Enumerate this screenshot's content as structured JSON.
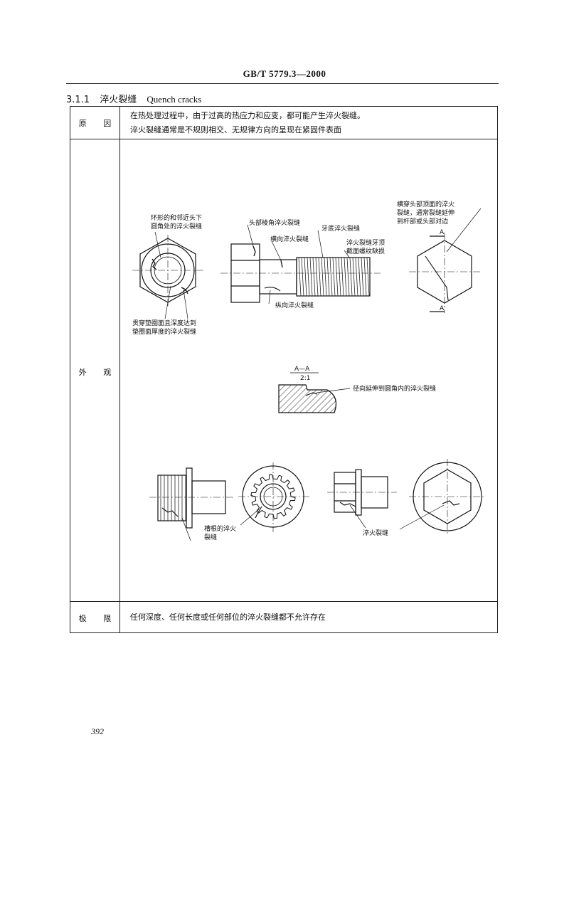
{
  "header": {
    "standard": "GB/T 5779.3—2000"
  },
  "section": {
    "number": "3.1.1",
    "title_zh": "淬火裂缝",
    "title_en": "Quench cracks"
  },
  "table": {
    "rows": [
      {
        "label": "原 因",
        "lines": [
          "在热处理过程中，由于过高的热应力和应变，都可能产生淬火裂缝。",
          "淬火裂缝通常是不规则相交、无规律方向的呈现在紧固件表面"
        ]
      },
      {
        "label": "外 观"
      },
      {
        "label": "极 限",
        "lines": [
          "任何深度、任何长度或任何部位的淬火裂缝都不允许存在"
        ]
      }
    ]
  },
  "figure": {
    "callouts": {
      "ring_line1": "环形的和邻近头下",
      "ring_line2": "圆角处的淬火裂缝",
      "through_line1": "贯穿垫圈面且深度达到",
      "through_line2": "垫圈面厚度的淬火裂缝",
      "head_corner": "头部棱角淬火裂缝",
      "transverse": "横向淬火裂缝",
      "thread_root": "牙底淬火裂缝",
      "thread_top_line1": "淬火裂缝牙顶",
      "thread_top_line2": "截面螺纹缺损",
      "longitudinal": "纵向淬火裂缝",
      "across_line1": "横穿头部顶面的淬火",
      "across_line2": "裂缝，通常裂缝延伸",
      "across_line3": "到杆部或头部对边",
      "section_mark": "A",
      "section_title": "A—A",
      "section_scale": "2:1",
      "radial": "径向延伸到圆角内的淬火裂缝",
      "groove_line1": "槽根的淬火",
      "groove_line2": "裂缝",
      "crack": "淬火裂缝"
    }
  },
  "footer": {
    "page_number": "392"
  }
}
